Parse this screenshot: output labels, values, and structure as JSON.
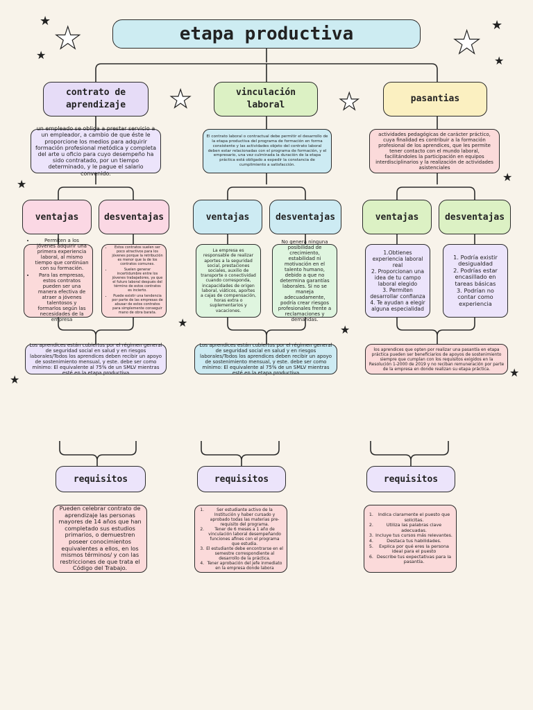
{
  "title": "etapa productiva",
  "columns": [
    {
      "heading": "contrato de aprendizaje",
      "description": "un empleado se obliga a prestar servicio a un empleador, a cambio de que éste le proporcione los medios para adquirir formación profesional metódica y completa del arte u oficio para cuyo desempeño ha sido contratado, por un tiempo determinado, y le pague el salario convenido.",
      "ventajas_label": "ventajas",
      "desventajas_label": "desventajas",
      "ventajas": [
        "Permiten a los jóvenes adquirir una primera experiencia laboral, al mismo tiempo que continúan con su formación.",
        "Para las empresas, estos contratos pueden ser una manera efectiva de atraer a jóvenes talentosos y formarlos según las necesidades de la empresa"
      ],
      "desventajas": [
        "Estos contratos suelen ser poco atractivos para los jóvenes porque la retribución es menor que la de los contratos comunes.",
        "Suelen generar incertidumbre entre los jóvenes trabajadores, ya que el futuro laboral después del término de estos contratos es incierto.",
        "Puede existir una tendencia por parte de las empresas de abusar de estos contratos para simplemente conseguir mano de obra barata."
      ],
      "seguridad": "Los aprendices están cubiertos por el régimen general de seguridad social en salud y en riesgos laborales/Todos los aprendices deben recibir un apoyo de sostenimiento mensual, y este. debe ser como mínimo: El equivalente al 75% de un SMLV mientras esté en la etapa productiva",
      "requisitos_label": "requisitos",
      "requisitos": "Pueden celebrar contrato de aprendizaje las personas mayores de 14 años que han completado sus estudios primarios, o demuestren poseer conocimientos equivalentes a ellos, en los mismos términos/ y con las restricciones de que trata el Código del Trabajo."
    },
    {
      "heading": "vinculación laboral",
      "description": "El contrato laboral o contractual debe permitir el desarrollo de la etapa productiva del programa de formación en forma consistente y las actividades objeto del contrato laboral deben estar relacionadas con el programa de formación, y el empresario, una vez culminada la duración de la etapa práctica está obligado a expedir la constancia de cumplimiento a satisfacción.",
      "ventajas_label": "ventajas",
      "desventajas_label": "desventajas",
      "ventajas": "La empresa es responsable de realizar aportes a la seguridad social, prestaciones sociales, auxilio de transporte o conectividad cuando corresponda, incapacidades de origen laboral, viáticos, aportes a cajas de compensación, horas extra o suplementarios y vacaciones.",
      "desventajas": "No genera ninguna posibilidad de crecimiento, estabilidad ni motivación en el talento humano, debido a que no determina garantías laborales. Si no se maneja adecuadamente, podría crear riesgos profesionales frente a reclamaciones y demandas.",
      "seguridad": "Los aprendices están cubiertos por el régimen general de seguridad social en salud y en riesgos laborales/Todos los aprendices deben recibir un apoyo de sostenimiento mensual, y este. debe ser como mínimo: El equivalente al 75% de un SMLV mientras esté en la etapa productiva",
      "requisitos_label": "requisitos",
      "requisitos": [
        "Ser estudiante activo de la Institución y haber cursado y aprobado todas las materias pre-requisito del programa.",
        "Tener de 6 meses a 1 año de vinculación laboral desempeñando funciones afines con el programa que estudia.",
        "El estudiante debe encontrarse en el semestre correspondiente al desarrollo de la práctica.",
        "Tener aprobación del jefe inmediato en la empresa donde labora"
      ]
    },
    {
      "heading": "pasantias",
      "description": "actividades pedagógicas de carácter práctico, cuya finalidad es contribuir a la formación profesional de los aprendices, que les permite tener contacto con el mundo laboral, facilitándoles la participación en equipos interdisciplinarios y la realización de actividades asistenciales",
      "ventajas_label": "ventajas",
      "desventajas_label": "desventajas",
      "ventajas": [
        "1.Obtienes experiencia laboral real",
        "2. Proporcionan una idea de tu campo laboral elegido",
        "3. Permiten desarrollar confianza",
        "4. Te ayudan a elegir alguna especialidad"
      ],
      "desventajas": [
        "1. Podría existir desigualdad",
        "2. Podrías estar encasillado en tareas básicas",
        "3. Podrían no contar como experiencia"
      ],
      "seguridad": "los aprendices que opten por realizar una pasantía en etapa práctica pueden ser beneficiarios de apoyos de sostenimiento siempre que cumplan con los requisitos exigidos en la Resolución 1-2000 de 2019 y no reciban remuneración por parte de la empresa en donde realizan su etapa práctica.",
      "requisitos_label": "requisitos",
      "requisitos": [
        "Indica claramente el puesto que solicitas.",
        "Utiliza las palabras clave adecuadas.",
        "Incluye tus cursos más relevantes.",
        "Destaca tus habilidades.",
        "Explica por qué eres la persona ideal para el puesto",
        "Describe tus expectativas para la pasantía."
      ]
    }
  ]
}
